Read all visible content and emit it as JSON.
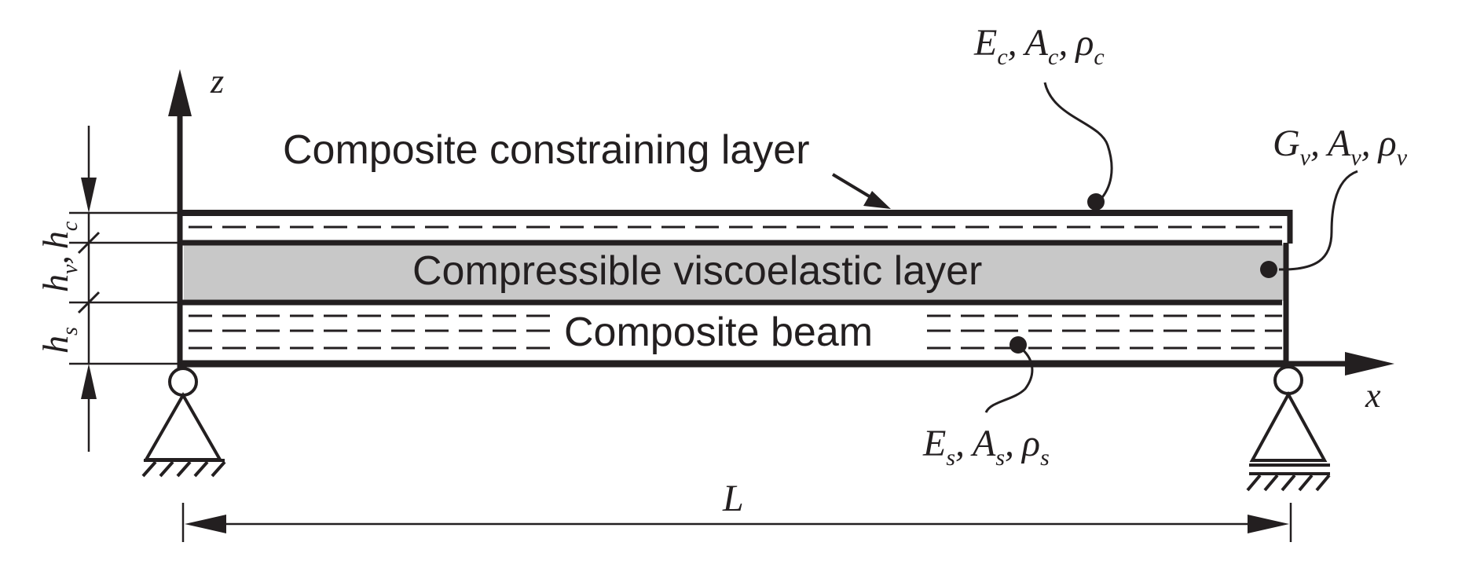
{
  "labels": {
    "constraining_layer": "Composite constraining layer",
    "viscoelastic_layer": "Compressible viscoelastic layer",
    "beam": "Composite beam"
  },
  "axes": {
    "z": "z",
    "x": "x"
  },
  "length": "L",
  "constraining_props": {
    "E": "E",
    "E_sub": "c",
    "A": "A",
    "A_sub": "c",
    "rho": "ρ",
    "rho_sub": "c",
    "sep": ","
  },
  "viscoelastic_props": {
    "G": "G",
    "G_sub": "v",
    "A": "A",
    "A_sub": "v",
    "rho": "ρ",
    "rho_sub": "v",
    "sep": ","
  },
  "beam_props": {
    "E": "E",
    "E_sub": "s",
    "A": "A",
    "A_sub": "s",
    "rho": "ρ",
    "rho_sub": "s",
    "sep": ","
  },
  "thickness": {
    "hc": "h",
    "hc_sub": "c",
    "hv": "h",
    "hv_sub": "v",
    "hs": "h",
    "hs_sub": "s",
    "sep": ","
  },
  "colors": {
    "ink": "#231f20",
    "viscoelastic_fill": "#c8c8c8",
    "background": "#ffffff"
  }
}
